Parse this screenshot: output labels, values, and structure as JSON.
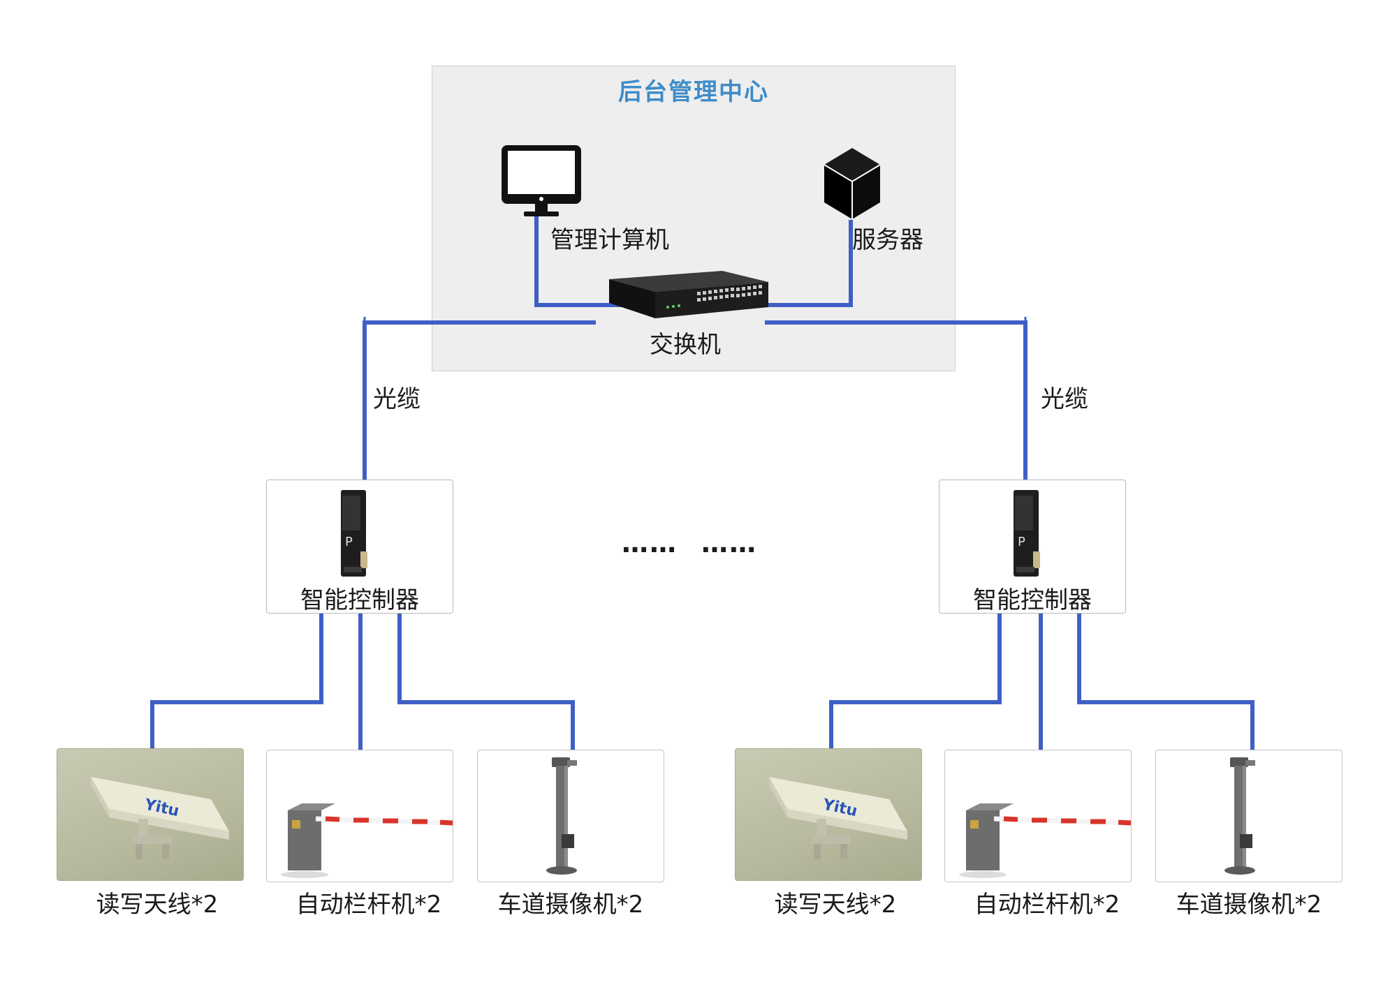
{
  "center": {
    "title": "后台管理中心",
    "computer_label": "管理计算机",
    "server_label": "服务器",
    "switch_label": "交换机"
  },
  "links": {
    "left_cable_label": "光缆",
    "right_cable_label": "光缆"
  },
  "ellipsis": [
    "……",
    "……"
  ],
  "groups": [
    {
      "controller_label": "智能控制器",
      "devices": [
        {
          "label": "读写天线*2",
          "icon": "rfid-antenna-icon"
        },
        {
          "label": "自动栏杆机*2",
          "icon": "barrier-gate-icon"
        },
        {
          "label": "车道摄像机*2",
          "icon": "lane-camera-icon"
        }
      ]
    },
    {
      "controller_label": "智能控制器",
      "devices": [
        {
          "label": "读写天线*2",
          "icon": "rfid-antenna-icon"
        },
        {
          "label": "自动栏杆机*2",
          "icon": "barrier-gate-icon"
        },
        {
          "label": "车道摄像机*2",
          "icon": "lane-camera-icon"
        }
      ]
    }
  ],
  "colors": {
    "wire": "#3f5fc7",
    "title": "#3d8cc9",
    "barrier_stripe": "#d9342b"
  }
}
